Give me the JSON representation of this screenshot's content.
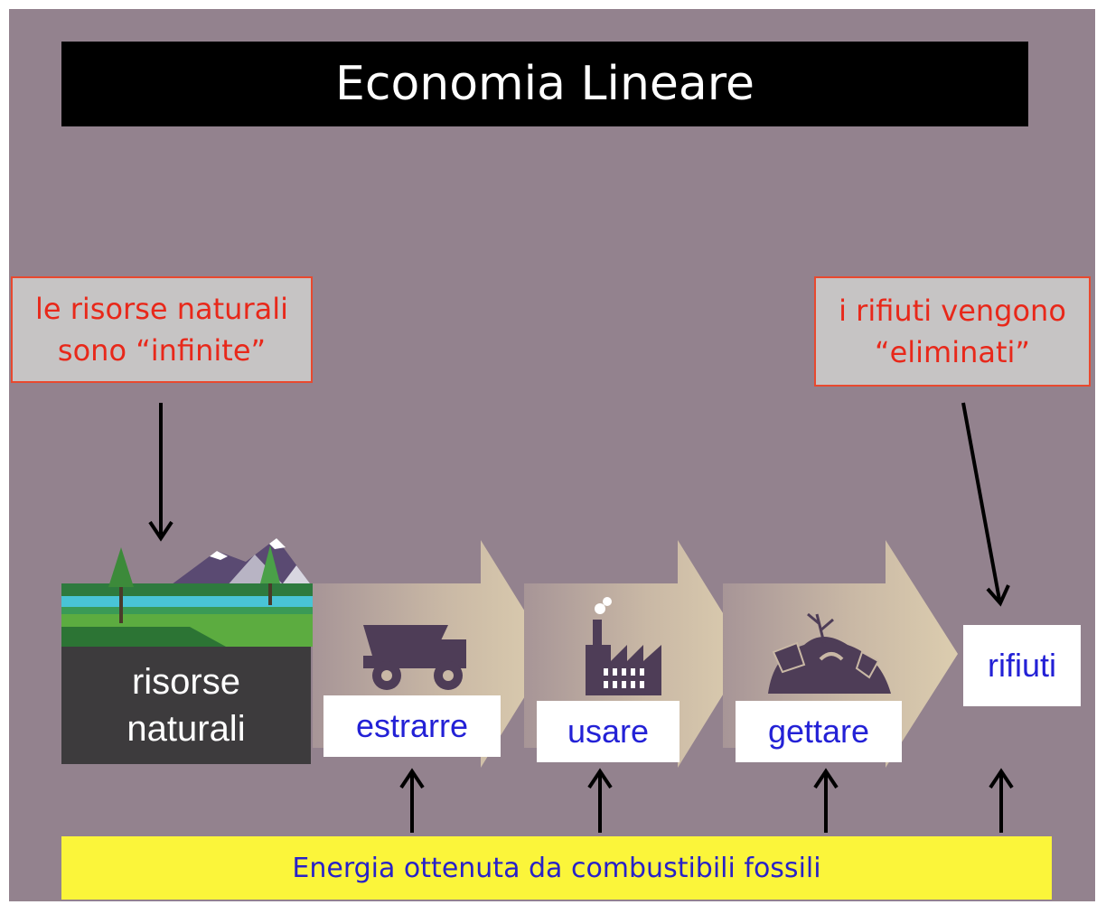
{
  "title": "Economia Lineare",
  "callouts": {
    "left": {
      "line1": "le risorse naturali",
      "line2": "sono “infinite”"
    },
    "right": {
      "line1": "i rifiuti vengono",
      "line2": "“eliminati”"
    }
  },
  "resources": {
    "line1": "risorse",
    "line2": "naturali"
  },
  "steps": {
    "extract": "estrarre",
    "use": "usare",
    "throw": "gettare",
    "waste": "rifiuti"
  },
  "energy_bar": "Energia ottenuta da combustibili fossili",
  "colors": {
    "background": "#93828e",
    "callout_text": "#e8281a",
    "step_text": "#2321d6",
    "energy_bar": "#fbf53a",
    "icon": "#4e3d57"
  },
  "icons": [
    "landscape-icon",
    "mining-truck-icon",
    "factory-icon",
    "trash-heap-icon"
  ]
}
